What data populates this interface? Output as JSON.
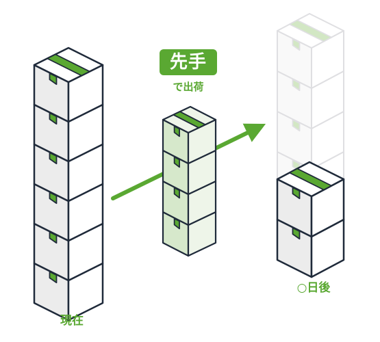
{
  "diagram": {
    "badge": "先手",
    "subtitle": "で出荷",
    "current_label": "現在",
    "future_label": "○日後"
  },
  "colors": {
    "accent": "#5aa832",
    "outline": "#1f2a3a",
    "box_front": "#ececec",
    "box_side": "#ffffff",
    "mid_box_front": "#d6e8cb",
    "mid_box_side": "#eef5e9",
    "ghost": "#b9b9bf"
  },
  "stacks": {
    "current_boxes": 6,
    "shipped_boxes": 4,
    "future_boxes_remaining": 2,
    "future_boxes_faded": 4
  }
}
